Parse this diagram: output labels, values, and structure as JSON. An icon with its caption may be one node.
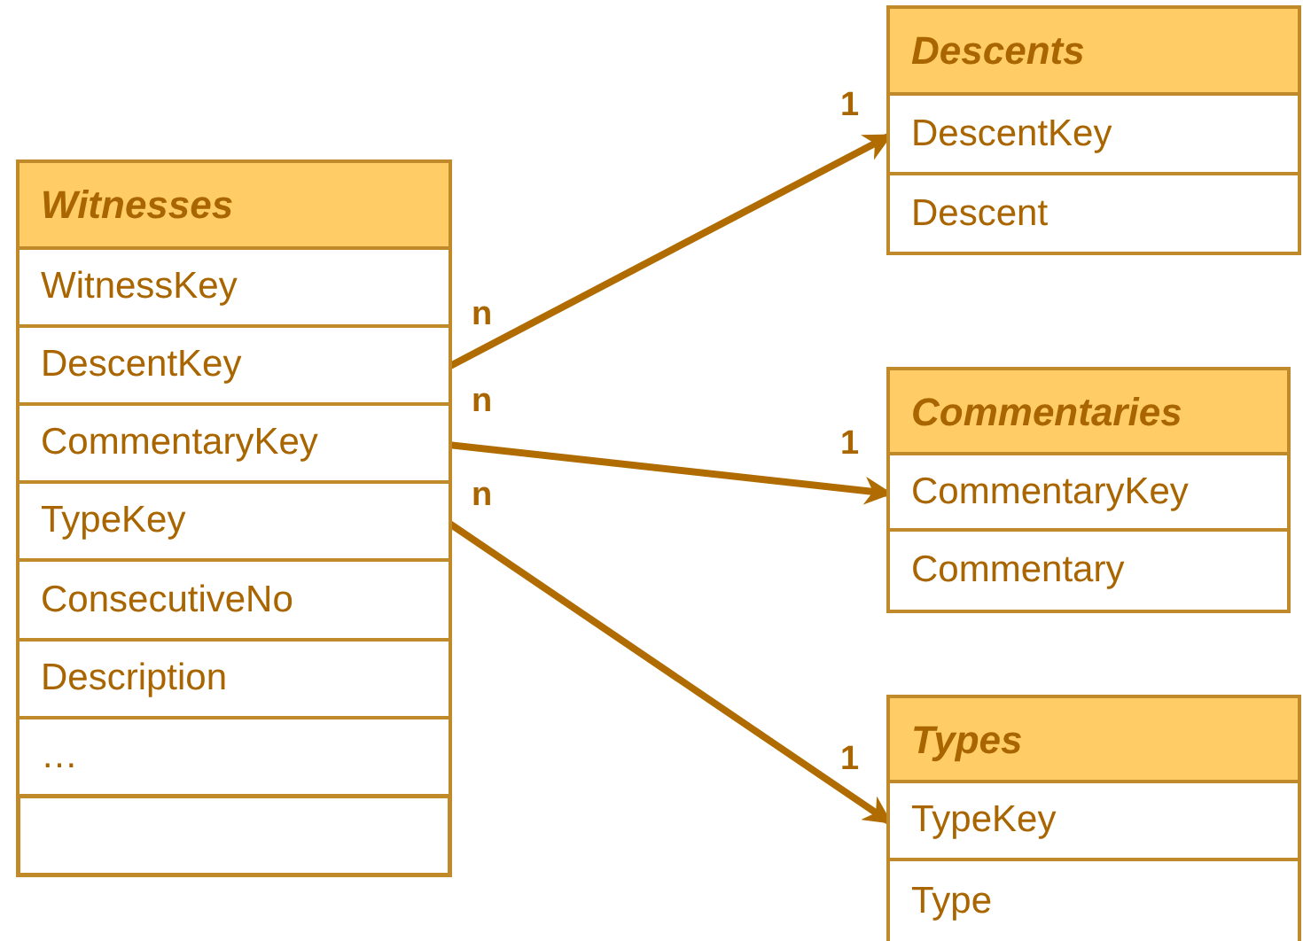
{
  "diagram": {
    "nodes": [
      {
        "text": [
          "Witnesses"
        ]
      },
      {
        "text": [
          "WitnessKey"
        ],
        "in": 0
      },
      {
        "text": [
          "DescentKey"
        ],
        "in": 0
      },
      {
        "text": [
          "CommentaryKey"
        ],
        "in": 0
      },
      {
        "text": [
          "TypeKey"
        ],
        "in": 0
      },
      {
        "text": [
          "ConsecutiveNo"
        ],
        "in": 0
      },
      {
        "text": [
          "Description"
        ],
        "in": 0
      },
      {
        "text": [
          "…"
        ],
        "in": 0
      },
      {
        "text": [],
        "shape": "box",
        "in": 0
      },
      {
        "text": [
          "Descents"
        ]
      },
      {
        "text": [
          "DescentKey"
        ],
        "in": 9
      },
      {
        "text": [
          "Descent"
        ],
        "in": 9
      },
      {
        "text": [
          "Commentaries"
        ]
      },
      {
        "text": [
          "CommentaryKey"
        ],
        "in": 12
      },
      {
        "text": [
          "Commentary"
        ],
        "in": 12
      },
      {
        "text": [
          "Types"
        ]
      },
      {
        "text": [
          "TypeKey"
        ],
        "in": 15
      },
      {
        "text": [
          "Type"
        ],
        "in": 15
      }
    ],
    "edges": [
      {
        "from": 2,
        "to": 10,
        "arrow": "to"
      },
      {
        "from": 3,
        "to": 13,
        "arrow": "to"
      },
      {
        "from": 4,
        "to": 16,
        "arrow": "to"
      }
    ],
    "labels": [
      "1",
      "n",
      "n",
      "1",
      "n",
      "1"
    ]
  }
}
